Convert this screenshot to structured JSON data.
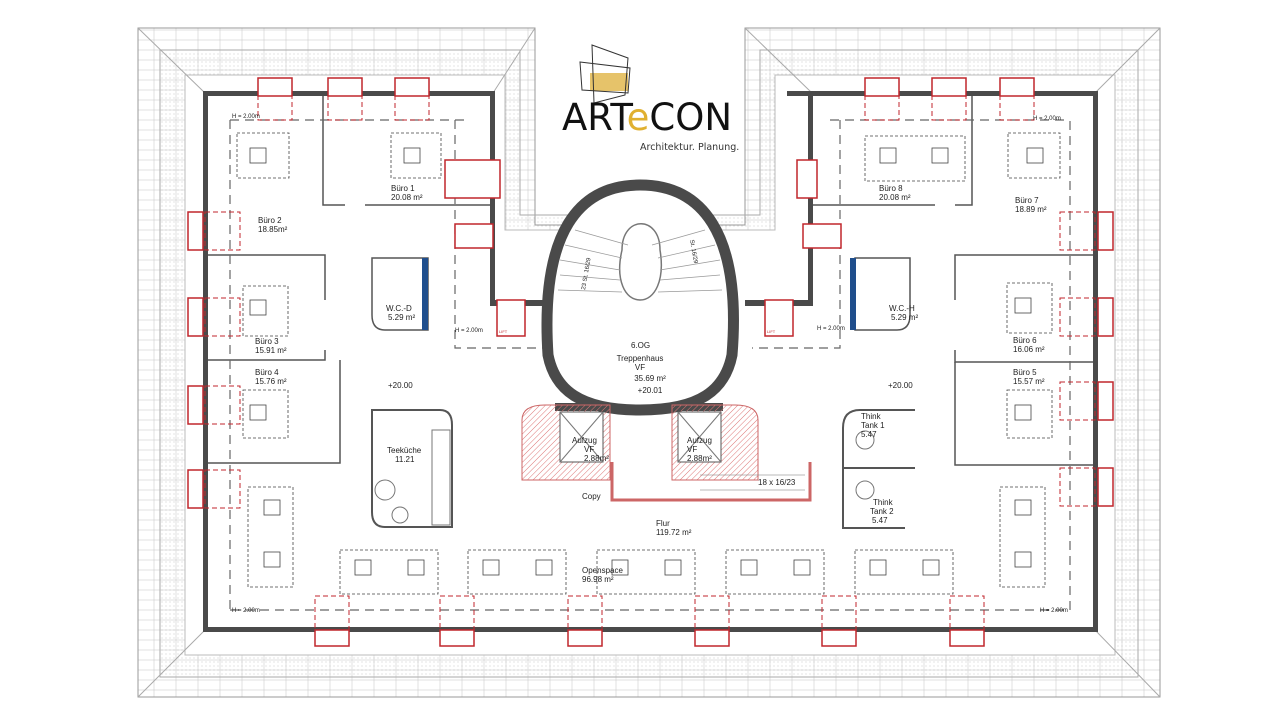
{
  "logo": {
    "brand_a": "ART",
    "brand_e": "e",
    "brand_b": "CON",
    "tagline": "Architektur. Planung.",
    "accent_color": "#e0b030"
  },
  "floor": {
    "level": "6.OG",
    "elevation_main": "+20.00",
    "elevation_stair": "+20.01",
    "height_note": "H = 2.00m"
  },
  "rooms": {
    "buero1": {
      "name": "Büro 1",
      "area": "20.08 m²"
    },
    "buero2": {
      "name": "Büro 2",
      "area": "18.85m²"
    },
    "buero3": {
      "name": "Büro 3",
      "area": "15.91 m²"
    },
    "buero4": {
      "name": "Büro 4",
      "area": "15.76 m²"
    },
    "buero5": {
      "name": "Büro 5",
      "area": "15.57 m²"
    },
    "buero6": {
      "name": "Büro 6",
      "area": "16.06 m²"
    },
    "buero7": {
      "name": "Büro 7",
      "area": "18.89 m²"
    },
    "buero8": {
      "name": "Büro 8",
      "area": "20.08 m²"
    },
    "wcd": {
      "name": "W.C.-D",
      "area": "5.29 m²"
    },
    "wch": {
      "name": "W.C.-H",
      "area": "5.29 m²"
    },
    "stair": {
      "name": "Treppenhaus",
      "sub": "VF",
      "area": "35.69 m²"
    },
    "lift1": {
      "name": "Aufzug",
      "sub": "VF",
      "area": "2.88m²"
    },
    "lift2": {
      "name": "Aufzug",
      "sub": "VF",
      "area": "2.88m²"
    },
    "kitchen": {
      "name": "Teeküche",
      "area": "11.21"
    },
    "think1": {
      "name1": "Think",
      "name2": "Tank 1",
      "area": "5.47"
    },
    "think2": {
      "name1": "Think",
      "name2": "Tank 2",
      "area": "5.47"
    },
    "copy": {
      "name": "Copy"
    },
    "flur": {
      "name": "Flur",
      "area": "119.72 m²"
    },
    "openspace": {
      "name": "Openspace",
      "area": "96.98 m²"
    }
  },
  "stairs": {
    "left_run": "23 St. 16/29",
    "right_run": "St. 16/29",
    "side_run": "18 x 16/23"
  },
  "lift_tag": "LIFT"
}
